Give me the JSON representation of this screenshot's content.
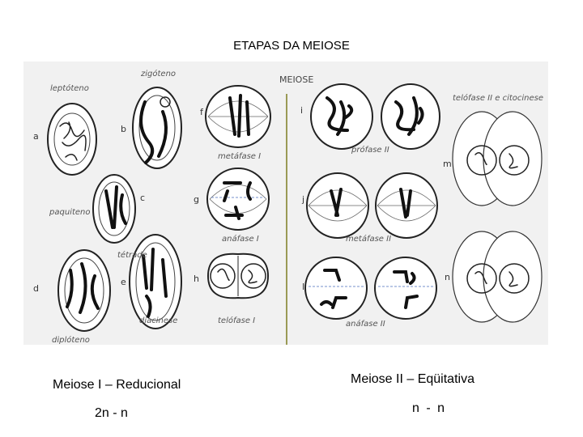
{
  "title": "ETAPAS DA MEIOSE",
  "figure": {
    "header": "MEIOSE",
    "stage_labels": {
      "leptoteno": "leptóteno",
      "zigoteno": "zigóteno",
      "paquiteno": "paquiteno",
      "tetrade": "tétrade",
      "diploteno": "diplóteno",
      "diacinese": "diacinese",
      "metafase1": "metáfase I",
      "anafase1": "anáfase I",
      "telofase1": "telófase I",
      "profase2": "prófase II",
      "metafase2": "metáfase II",
      "anafase2": "anáfase II",
      "telofase2": "telófase II e citocinese"
    },
    "letters": {
      "a": "a",
      "b": "b",
      "c": "c",
      "d": "d",
      "e": "e",
      "f": "f",
      "g": "g",
      "h": "h",
      "i": "i",
      "j": "j",
      "l": "l",
      "m": "m",
      "n": "n"
    }
  },
  "captions": {
    "meiose1": "Meiose I – Reducional",
    "meiose1_ploidy": "2n - n",
    "meiose2": "Meiose II – Eqüitativa",
    "meiose2_ploidy": "n - n"
  }
}
